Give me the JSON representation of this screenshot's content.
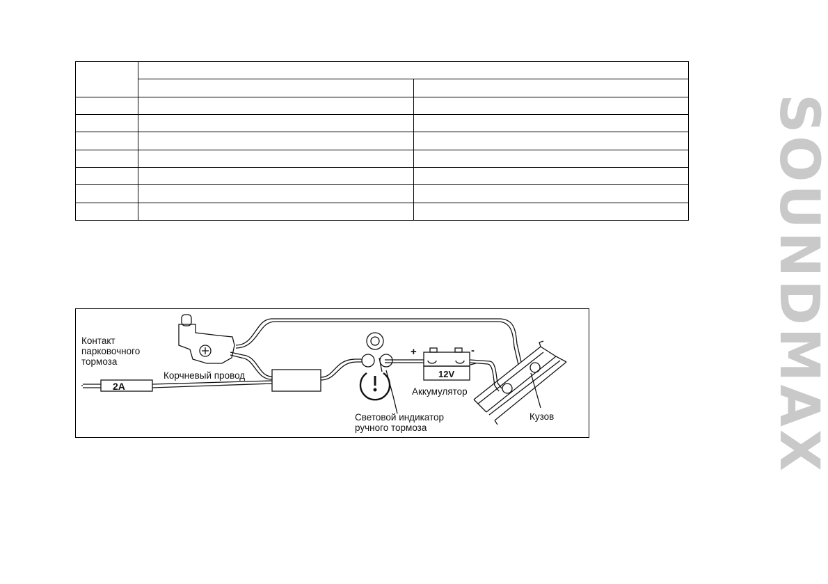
{
  "diagram": {
    "labels": {
      "contact": "Контакт парковочного тормоза",
      "fuse": "2A",
      "brown_wire": "Корчневый провод",
      "plus": "+",
      "minus": "-",
      "voltage": "12V",
      "battery": "Аккумулятор",
      "lamp": "Световой индикатор ручного тормоза",
      "body": "Кузов"
    }
  },
  "brand": {
    "name": "SOUNDMAX"
  }
}
